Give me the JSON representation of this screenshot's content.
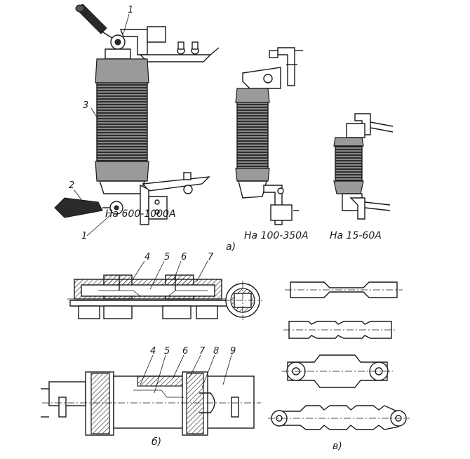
{
  "labels": {
    "large": "На 600-1000А",
    "medium": "На 100-350А",
    "small": "На 15-60А",
    "panel_a": "а)",
    "panel_b": "б)",
    "panel_v": "в)"
  },
  "callouts_top": [
    "1",
    "1",
    "2",
    "3"
  ],
  "callouts_sec1": [
    "4",
    "5",
    "6",
    "7"
  ],
  "callouts_sec2": [
    "4",
    "5",
    "6",
    "7",
    "8",
    "9"
  ]
}
